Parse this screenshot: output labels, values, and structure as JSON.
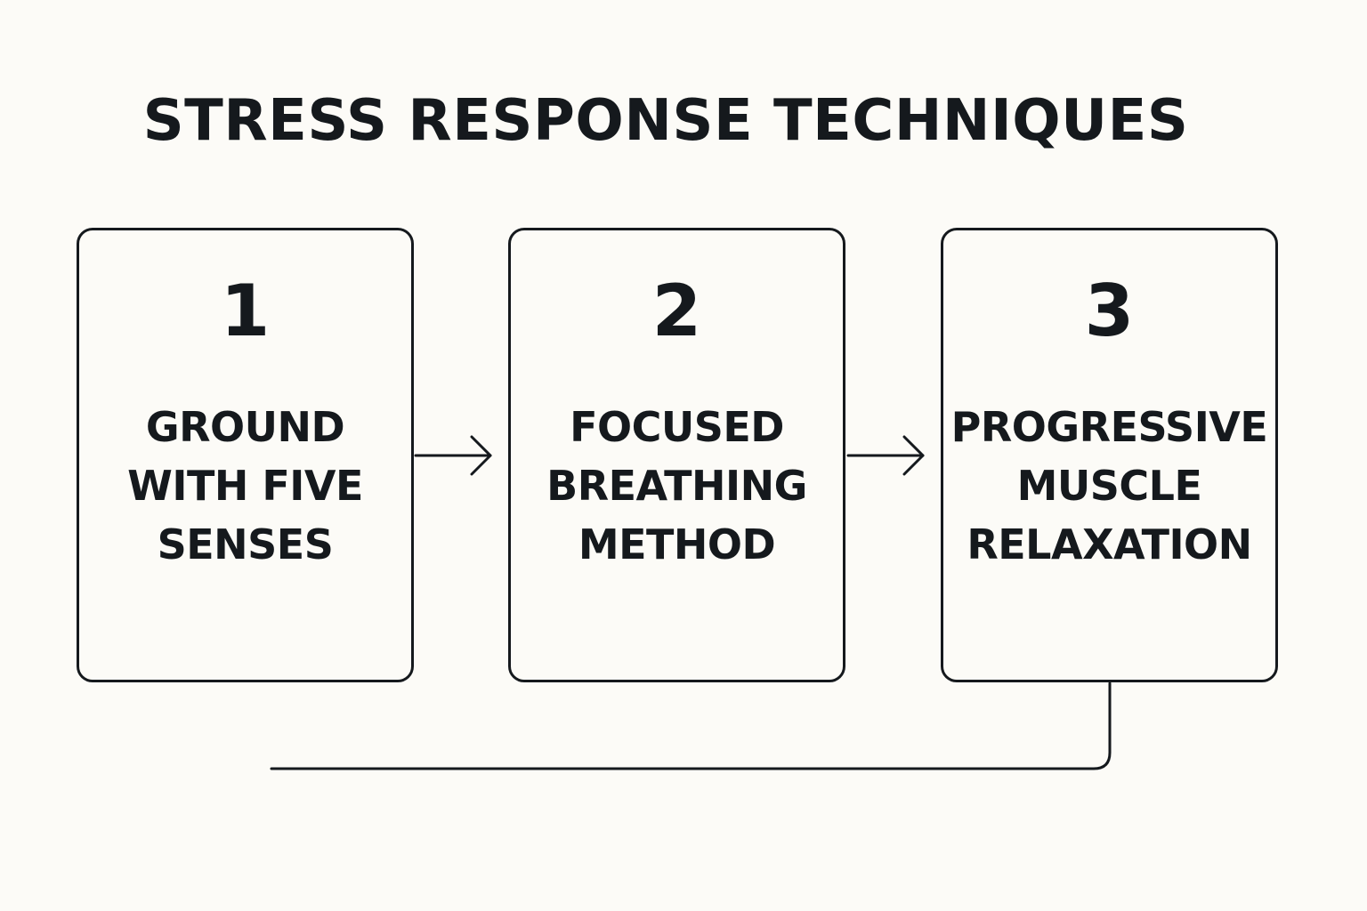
{
  "title": "STRESS RESPONSE TECHNIQUES",
  "steps": [
    {
      "number": "1",
      "label": "GROUND\nWITH FIVE\nSENSES"
    },
    {
      "number": "2",
      "label": "FOCUSED\nBREATHING\nMETHOD"
    },
    {
      "number": "3",
      "label": "PROGRESSIVE\nMUSCLE\nRELAXATION"
    }
  ],
  "colors": {
    "background": "#fcfbf7",
    "ink": "#15191d"
  },
  "icons": [
    "arrow-right-icon",
    "arrow-right-icon",
    "loop-back-line"
  ]
}
